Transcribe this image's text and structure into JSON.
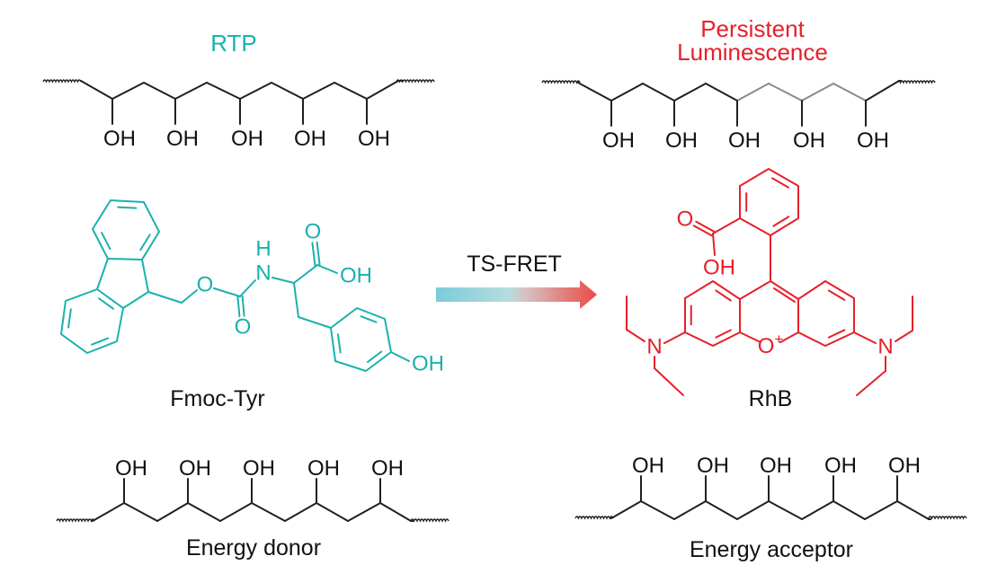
{
  "titles": {
    "rtp": "RTP",
    "persistent_line1": "Persistent",
    "persistent_line2": "Luminescence",
    "arrow_label": "TS-FRET",
    "donor_molecule": "Fmoc-Tyr",
    "acceptor_molecule": "RhB",
    "donor_polymer": "Energy donor",
    "acceptor_polymer": "Energy acceptor"
  },
  "chains": {
    "top_left": [
      "OH",
      "OH",
      "OH",
      "OH",
      "OH"
    ],
    "top_right": [
      "OH",
      "OH",
      "OH",
      "OH",
      "OH"
    ],
    "bottom_left": [
      "OH",
      "OH",
      "OH",
      "OH",
      "OH"
    ],
    "bottom_right": [
      "OH",
      "OH",
      "OH",
      "OH",
      "OH"
    ]
  },
  "fmoc_tyr_atoms": {
    "ester_o": "O",
    "carbonyl_o": "O",
    "n": "N",
    "h": "H",
    "acid_o": "O",
    "acid_oh": "OH",
    "phenol_oh": "OH"
  },
  "rhb_atoms": {
    "carbonyl_o": "O",
    "acid_oh": "OH",
    "xanthene_o": "O",
    "charge": "+",
    "n_left": "N",
    "n_right": "N"
  },
  "colors": {
    "donor": "#1bb1ad",
    "acceptor": "#e6202a",
    "bond": "#231f20",
    "faded_bond": "#8a8a8a",
    "arrow_start": "#7ccbd8",
    "arrow_mid": "#cfcfcf",
    "arrow_end": "#ea4a45"
  }
}
